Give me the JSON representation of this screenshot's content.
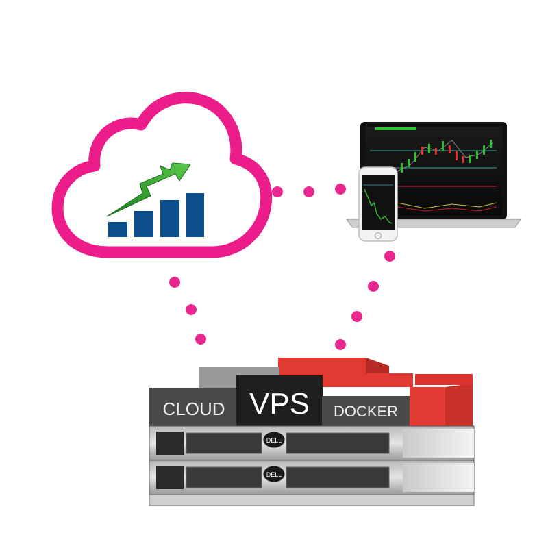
{
  "colors": {
    "accent_pink": "#ec1c8a",
    "dot_pink": "#e8288e",
    "bar_blue": "#0d4f8b",
    "arrow_green": "#2fa12c",
    "server_dark": "#1f1f1f",
    "server_gray": "#4a4a4a",
    "block_red": "#e23a32",
    "block_gray": "#9a9a9a"
  },
  "cloud": {
    "icon": "cloud-growth-chart-icon",
    "bars": [
      0.25,
      0.45,
      0.65,
      0.9
    ]
  },
  "devices": {
    "icon": "laptop-and-phone-trading-chart-icon"
  },
  "server": {
    "icon": "rack-server-icon",
    "brand": "DELL",
    "labels": {
      "cloud": "CLOUD",
      "vps": "VPS",
      "docker": "DOCKER"
    }
  }
}
